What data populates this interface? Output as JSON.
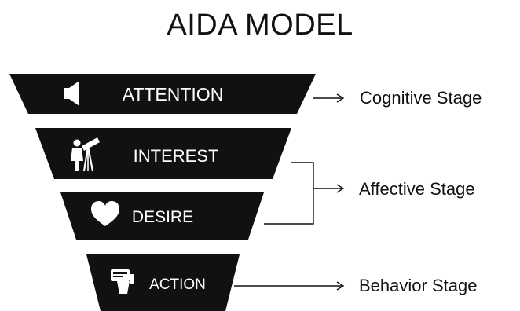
{
  "title": "AIDA MODEL",
  "colors": {
    "band": "#111111",
    "band_text": "#ffffff",
    "line": "#111111",
    "background": "#ffffff"
  },
  "stages": [
    {
      "label": "ATTENTION",
      "icon": "megaphone-icon"
    },
    {
      "label": "INTEREST",
      "icon": "telescope-person-icon"
    },
    {
      "label": "DESIRE",
      "icon": "heart-icon"
    },
    {
      "label": "ACTION",
      "icon": "pos-terminal-icon"
    }
  ],
  "stage_groups": [
    {
      "label": "Cognitive Stage"
    },
    {
      "label": "Affective Stage"
    },
    {
      "label": "Behavior Stage"
    }
  ]
}
